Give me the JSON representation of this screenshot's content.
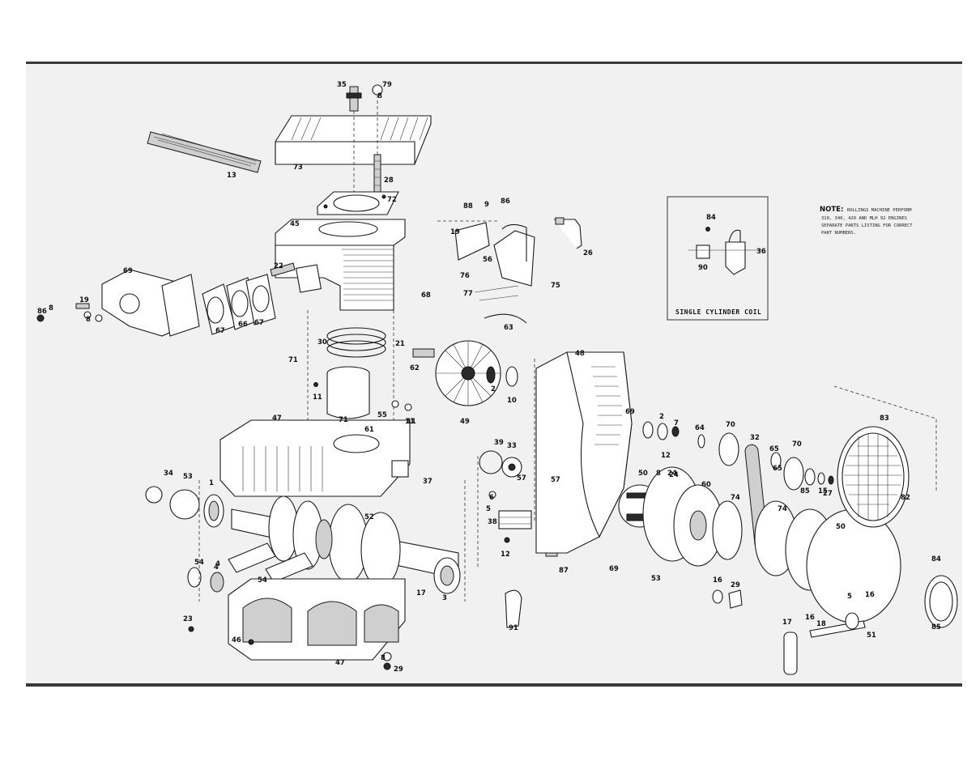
{
  "labels": [
    "35",
    "79",
    "8",
    "73",
    "13",
    "28",
    "72",
    "45",
    "88",
    "9",
    "86",
    "19",
    "56",
    "75",
    "76",
    "77",
    "26",
    "84",
    "36",
    "90",
    "22",
    "69",
    "19",
    "86",
    "8",
    "8",
    "68",
    "67",
    "66",
    "67",
    "30",
    "21",
    "71",
    "62",
    "63",
    "49",
    "2",
    "10",
    "11",
    "55",
    "11",
    "61",
    "71",
    "47",
    "48",
    "39",
    "33",
    "69",
    "2",
    "7",
    "64",
    "70",
    "32",
    "65",
    "70",
    "12",
    "8",
    "24",
    "83",
    "37",
    "34",
    "53",
    "1",
    "52",
    "57",
    "6",
    "5",
    "38",
    "4",
    "57",
    "50",
    "60",
    "74",
    "74",
    "50",
    "82",
    "85",
    "65",
    "15",
    "27",
    "84",
    "54",
    "4",
    "54",
    "17",
    "3",
    "23",
    "46",
    "47",
    "8",
    "29",
    "24",
    "12",
    "87",
    "69",
    "53",
    "91",
    "16",
    "29",
    "51",
    "18",
    "5",
    "16",
    "17",
    "16",
    "85",
    "11"
  ],
  "note": {
    "heading": "NOTE:",
    "line1": "ROLLINGS MACHINE PERFORM",
    "line2": "310, 340, 420 AND MLH 92 ENGINES",
    "line3": "SEPARATE PARTS LISTING FOR CORRECT",
    "line4": "PART NUMBERS."
  },
  "inset_caption": "SINGLE CYLINDER COIL"
}
